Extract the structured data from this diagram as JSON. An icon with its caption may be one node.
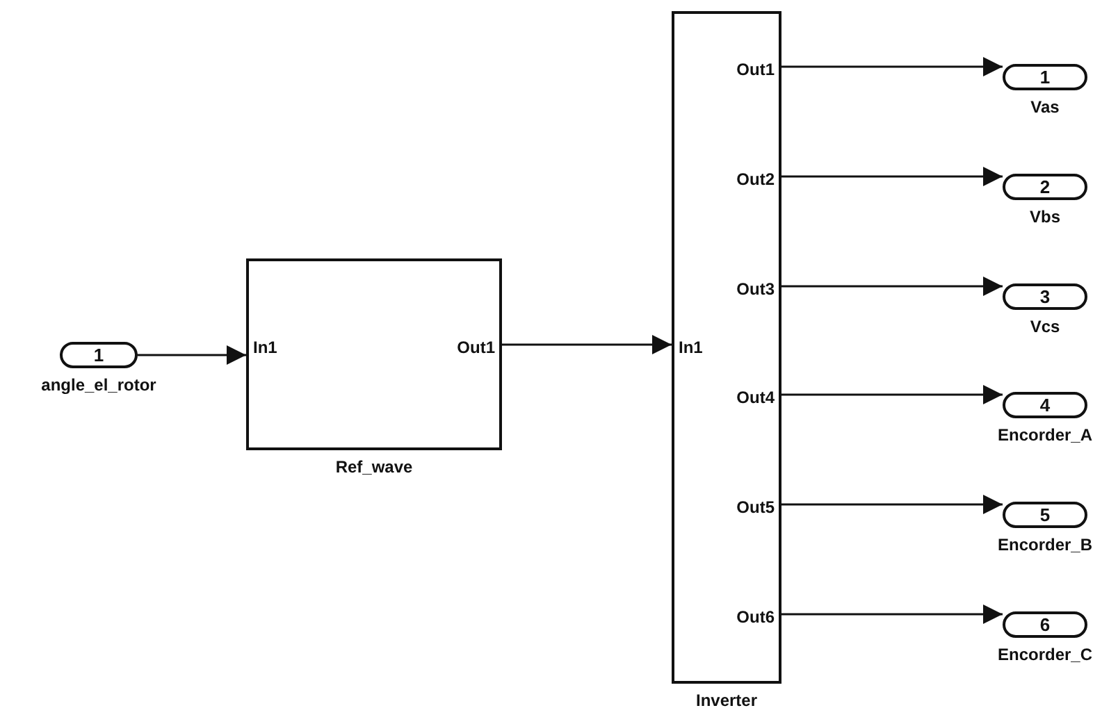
{
  "diagram": {
    "nodes": [
      {
        "text": [
          "1"
        ],
        "beside": [
          "angle_el_rotor"
        ]
      },
      {
        "text": [
          "In1",
          "Out1"
        ],
        "beside": [
          "Ref_wave"
        ]
      },
      {
        "text": [
          "In1",
          "Out1",
          "Out2",
          "Out3",
          "Out4",
          "Out5",
          "Out6"
        ],
        "beside": [
          "Inverter"
        ]
      },
      {
        "text": [
          "1"
        ],
        "beside": [
          "Vas"
        ]
      },
      {
        "text": [
          "2"
        ],
        "beside": [
          "Vbs"
        ]
      },
      {
        "text": [
          "3"
        ],
        "beside": [
          "Vcs"
        ]
      },
      {
        "text": [
          "4"
        ],
        "beside": [
          "Encorder_A"
        ]
      },
      {
        "text": [
          "5"
        ],
        "beside": [
          "Encorder_B"
        ]
      },
      {
        "text": [
          "6"
        ],
        "beside": [
          "Encorder_C"
        ]
      }
    ],
    "edges": [
      {
        "from": 0,
        "to": 1,
        "arrow": "to"
      },
      {
        "from": 1,
        "to": 2,
        "arrow": "to"
      },
      {
        "from": 2,
        "to": 3,
        "arrow": "to"
      },
      {
        "from": 2,
        "to": 4,
        "arrow": "to"
      },
      {
        "from": 2,
        "to": 5,
        "arrow": "to"
      },
      {
        "from": 2,
        "to": 6,
        "arrow": "to"
      },
      {
        "from": 2,
        "to": 7,
        "arrow": "to"
      },
      {
        "from": 2,
        "to": 8,
        "arrow": "to"
      }
    ]
  }
}
